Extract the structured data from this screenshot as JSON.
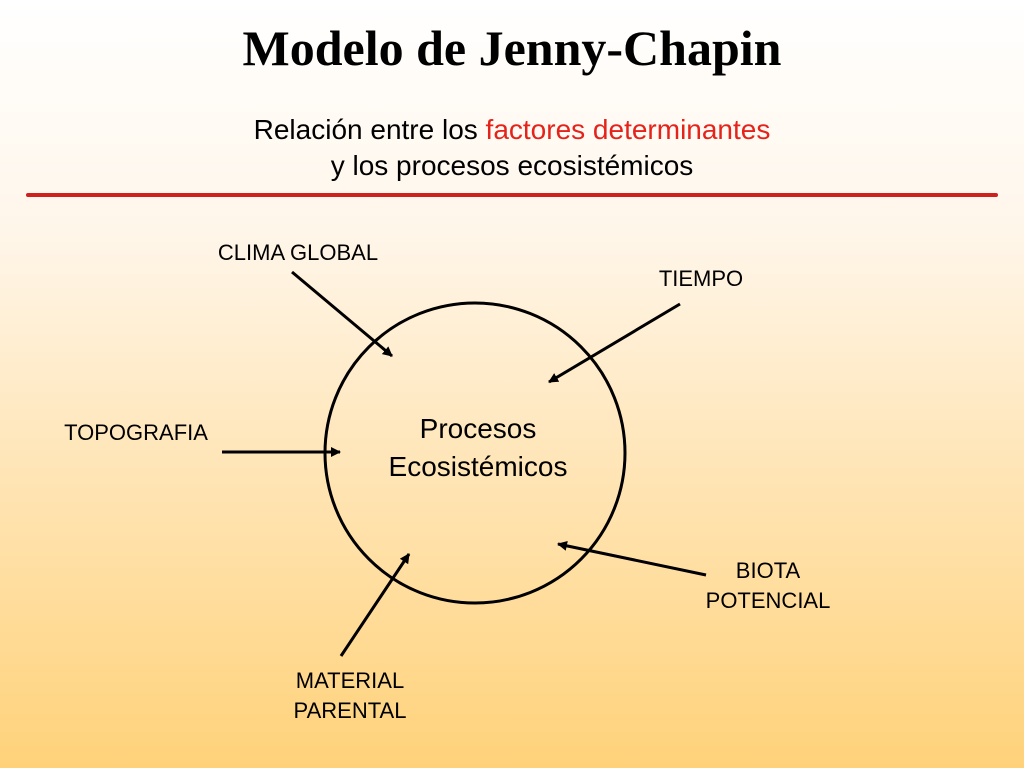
{
  "slide": {
    "title": "Modelo de Jenny-Chapin",
    "subtitle_prefix": "Relación entre los ",
    "subtitle_highlight": "factores determinantes",
    "subtitle_line2": "y los procesos ecosistémicos",
    "accent_color": "#e4231b"
  },
  "diagram": {
    "center_line1": "Procesos",
    "center_line2": "Ecosistémicos",
    "factors": {
      "clima": "CLIMA GLOBAL",
      "tiempo": "TIEMPO",
      "topografia": "TOPOGRAFIA",
      "biota_line1": "BIOTA",
      "biota_line2": "POTENCIAL",
      "material_line1": "MATERIAL",
      "material_line2": "PARENTAL"
    }
  }
}
